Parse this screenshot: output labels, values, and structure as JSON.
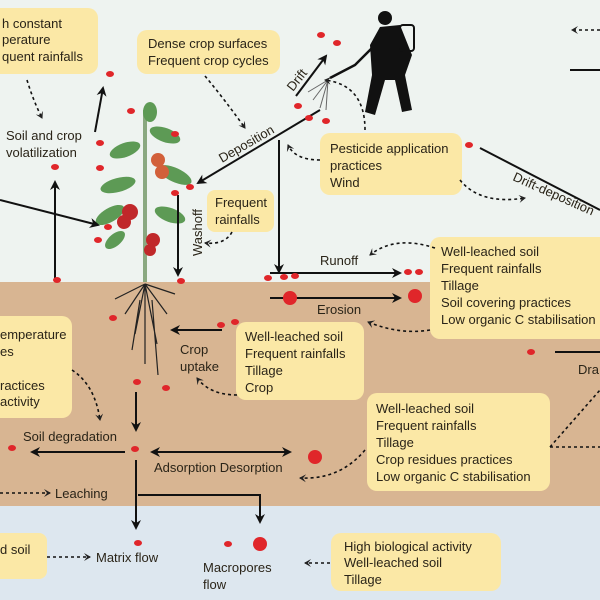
{
  "colors": {
    "sky": "#eef3f0",
    "soil": "#d8b592",
    "groundwater": "#dde7ef",
    "box": "#fbe8a6",
    "pesticide": "#e0262a"
  },
  "boxes": {
    "climate_top": [
      "h constant",
      "perature",
      "quent rainfalls"
    ],
    "crop_surface": [
      "Dense crop surfaces",
      "Frequent crop cycles"
    ],
    "application": [
      "Pesticide application",
      "practices",
      "Wind"
    ],
    "washoff_rain": [
      "Frequent",
      "rainfalls"
    ],
    "runoff_erosion": [
      "Well-leached soil",
      "Frequent rainfalls",
      "Tillage",
      "Soil covering practices",
      "Low organic C stabilisation"
    ],
    "degradation": [
      "emperature",
      "es",
      "",
      "ractices",
      "activity"
    ],
    "uptake": [
      "Well-leached soil",
      "Frequent rainfalls",
      "Tillage",
      "Crop"
    ],
    "adsorption": [
      "Well-leached soil",
      "Frequent rainfalls",
      "Tillage",
      "Crop residues practices",
      "Low organic C stabilisation"
    ],
    "matrix": [
      "d soil"
    ],
    "macropores": [
      "High biological activity",
      "Well-leached soil",
      "Tillage"
    ]
  },
  "labels": {
    "drift": "Drift",
    "volatilization": [
      "Soil and crop",
      "volatilization"
    ],
    "deposition": "Deposition",
    "washoff": "Washoff",
    "drift_deposition": "Drift-deposition",
    "runoff": "Runoff",
    "erosion": "Erosion",
    "crop_uptake": [
      "Crop",
      "uptake"
    ],
    "drainage": "Dra",
    "soil_degradation": "Soil degradation",
    "adsorption_desorption": "Adsorption Desorption",
    "leaching": "Leaching",
    "matrix_flow": "Matrix flow",
    "macropores_flow": [
      "Macropores",
      "flow"
    ]
  }
}
